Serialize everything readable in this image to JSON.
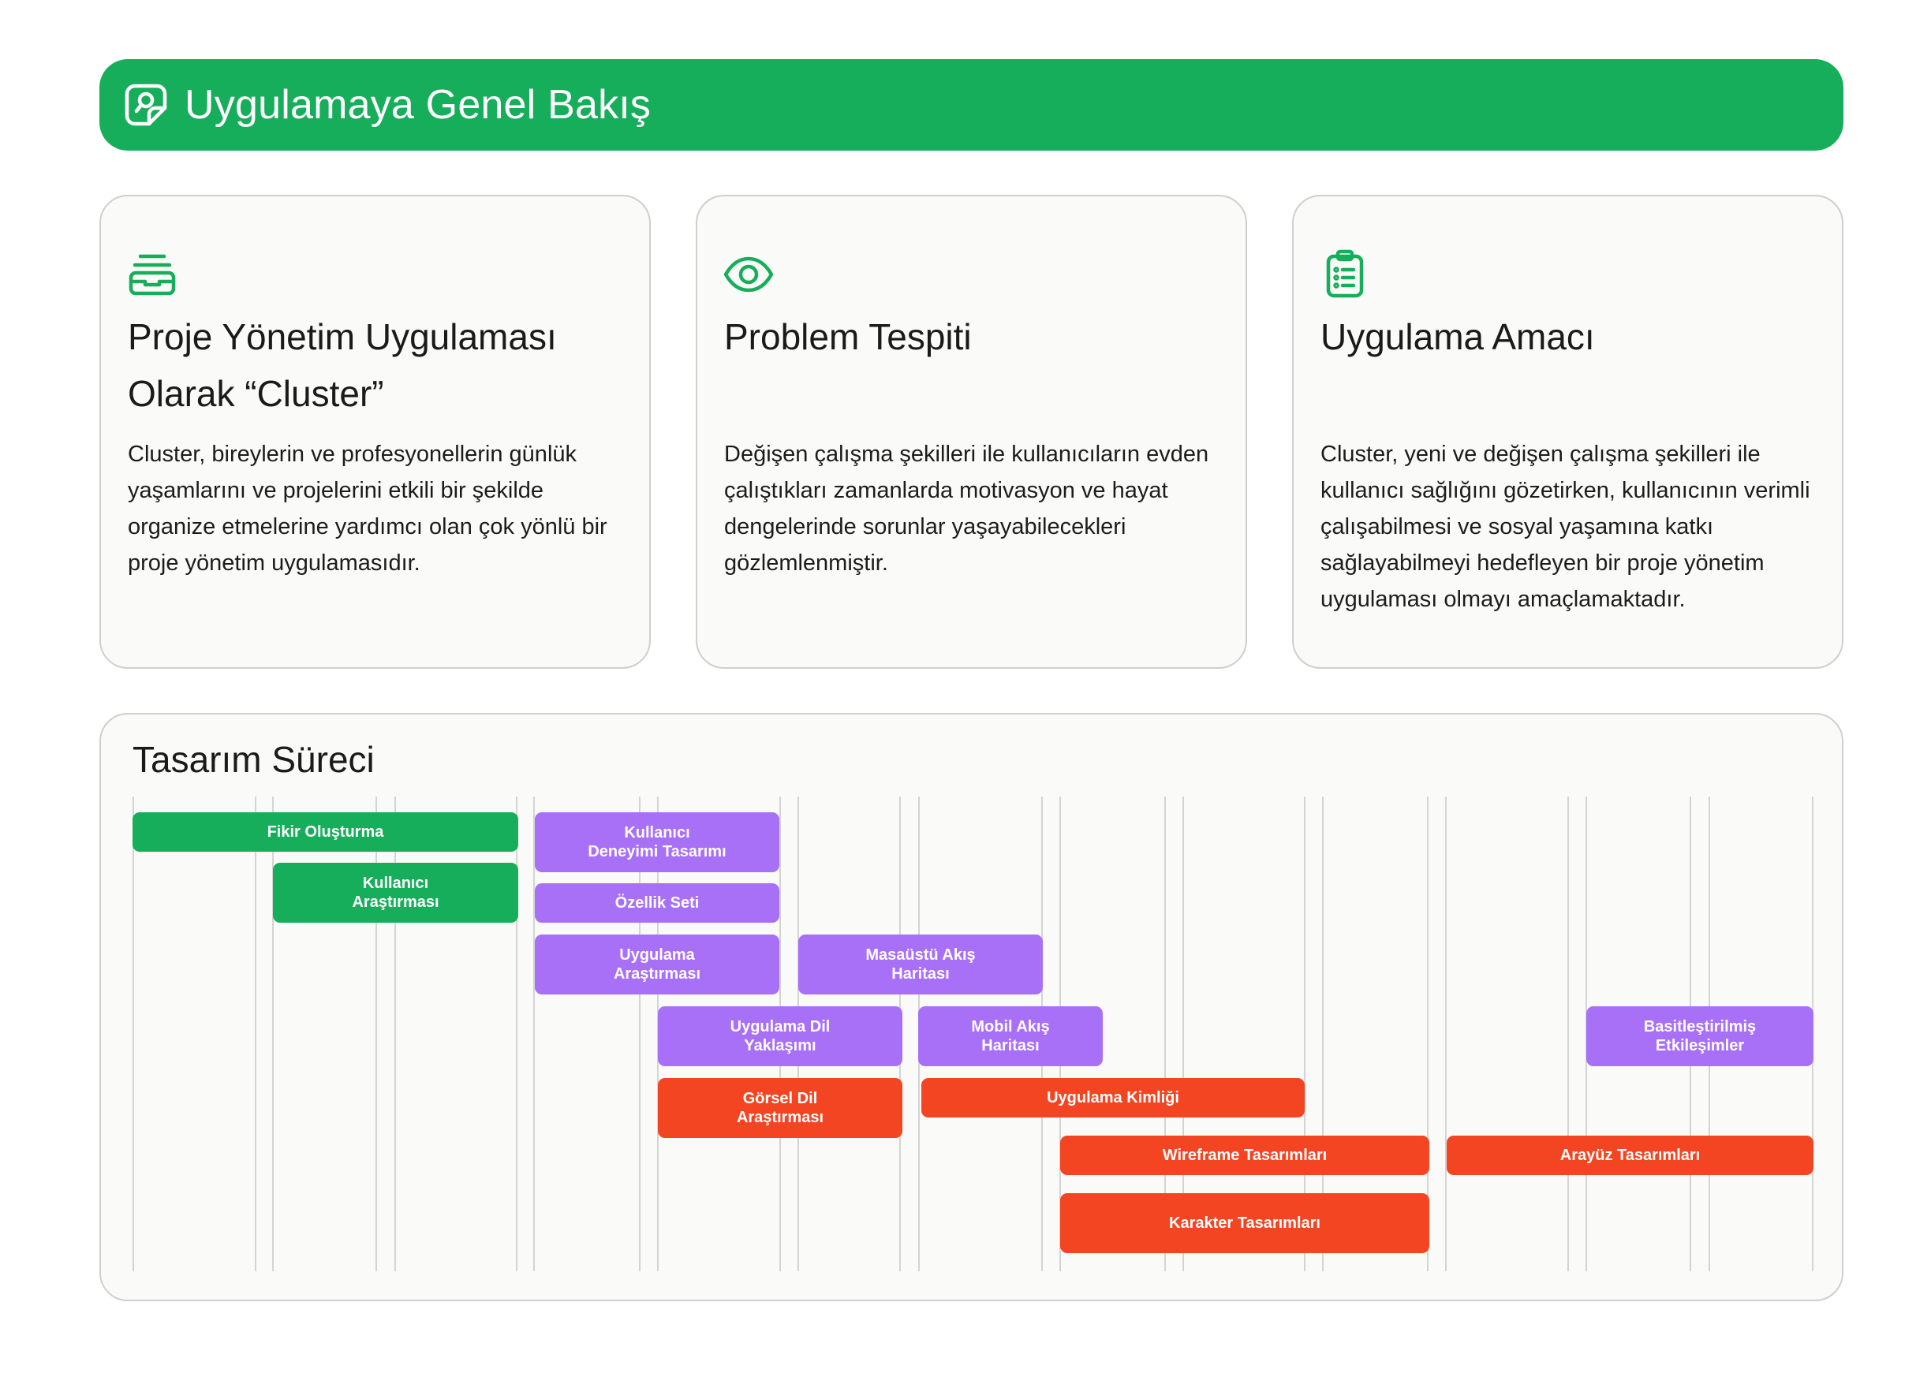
{
  "header": {
    "title": "Uygulamaya Genel Bakış",
    "icon": "page-icon"
  },
  "cards": [
    {
      "icon": "archive-icon",
      "title": "Proje Yönetim Uygulaması Olarak “Cluster”",
      "body": "Cluster, bireylerin ve profesyonellerin günlük yaşamlarını ve projelerini etkili bir şekilde organize etmelerine yardımcı olan çok yönlü bir proje yönetim uygulamasıdır."
    },
    {
      "icon": "eye-icon",
      "title": "Problem Tespiti",
      "body": "Değişen çalışma şekilleri ile kullanıcıların evden çalıştıkları zamanlarda motivasyon ve hayat dengelerinde sorunlar yaşayabilecekleri gözlemlenmiştir."
    },
    {
      "icon": "clipboard-list-icon",
      "title": "Uygulama Amacı",
      "body": "Cluster, yeni ve değişen çalışma şekilleri ile kullanıcı sağlığını gözetirken, kullanıcının verimli çalışabilmesi ve sosyal yaşamına katkı sağlayabilmeyi hedefleyen bir proje yönetim uygulaması olmayı amaçlamaktadır."
    }
  ],
  "timeline": {
    "title": "Tasarım Süreci",
    "colors": {
      "green": "#17ae5b",
      "purple": "#a870f7",
      "red": "#f34522"
    },
    "tasks": [
      {
        "label": "Fikir Oluşturma",
        "color": "green"
      },
      {
        "label": "Kullanıcı Araştırması",
        "color": "green"
      },
      {
        "label": "Kullanıcı Deneyimi Tasarımı",
        "color": "purple"
      },
      {
        "label": "Özellik Seti",
        "color": "purple"
      },
      {
        "label": "Uygulama Araştırması",
        "color": "purple"
      },
      {
        "label": "Masaüstü Akış Haritası",
        "color": "purple"
      },
      {
        "label": "Uygulama Dil Yaklaşımı",
        "color": "purple"
      },
      {
        "label": "Mobil Akış Haritası",
        "color": "purple"
      },
      {
        "label": "Basitleştirilmiş Etkileşimler",
        "color": "purple"
      },
      {
        "label": "Görsel Dil Araştırması",
        "color": "red"
      },
      {
        "label": "Uygulama Kimliği",
        "color": "red"
      },
      {
        "label": "Wireframe Tasarımları",
        "color": "red"
      },
      {
        "label": "Arayüz Tasarımları",
        "color": "red"
      },
      {
        "label": "Karakter Tasarımları",
        "color": "red"
      }
    ]
  }
}
